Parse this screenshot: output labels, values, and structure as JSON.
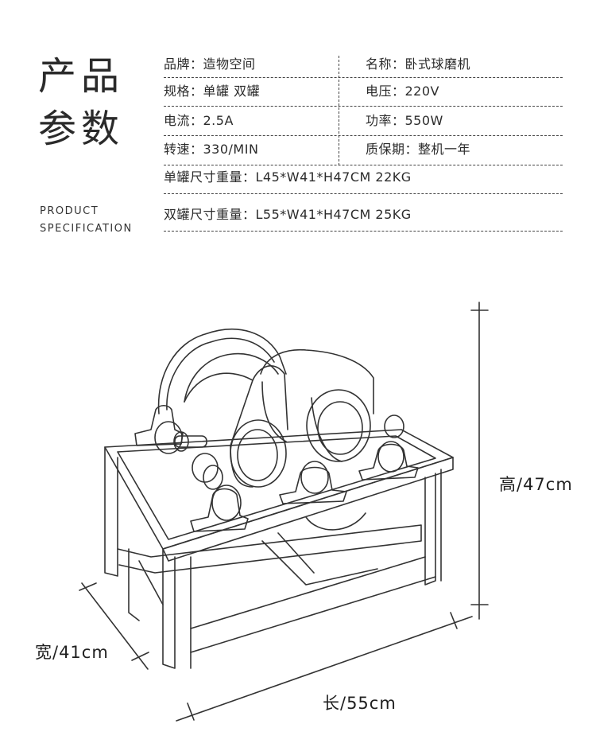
{
  "header": {
    "title_line1": "产品",
    "title_line2": "参数",
    "subtitle_line1": "PRODUCT",
    "subtitle_line2": "SPECIFICATION"
  },
  "specs": {
    "brand": "品牌：造物空间",
    "name": "名称：卧式球磨机",
    "spec": "规格：单罐 双罐",
    "voltage": "电压：220V",
    "current": "电流：2.5A",
    "power": "功率：550W",
    "speed": "转速：330/MIN",
    "warranty": "质保期：整机一年",
    "single_size": "单罐尺寸重量：L45*W41*H47CM  22KG",
    "double_size": "双罐尺寸重量：L55*W41*H47CM  25KG"
  },
  "dimensions": {
    "height": "高/47cm",
    "width": "宽/41cm",
    "length": "长/55cm"
  },
  "colors": {
    "text": "#2b2b2b",
    "line": "#333333"
  }
}
